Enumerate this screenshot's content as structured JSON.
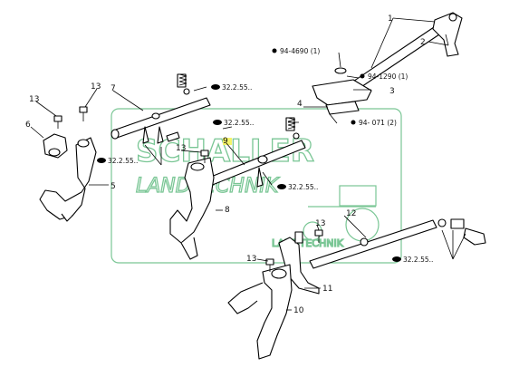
{
  "diagram": {
    "colors": {
      "ink": "#000000",
      "watermark": "#6cc08a",
      "highlight": "#f4f46a"
    },
    "callouts": [
      "1",
      "2",
      "3",
      "4",
      "5",
      "6",
      "7",
      "8",
      "9",
      "10",
      "11",
      "12",
      "13",
      "13",
      "13",
      "13"
    ],
    "references": {
      "r1": "94-4690 (1)",
      "r2": "94-1290 (1)",
      "r3": "94- 071 (2)",
      "r4": "32.2.55..",
      "r5": "32.2.55..",
      "r6": "32.2.55..",
      "r7": "32.2.55..",
      "r8": "32.2.55.."
    },
    "watermark": {
      "line1": "SCHALLER",
      "line2": "LANDTECHNIK",
      "line3": "LANDTECHNIK"
    }
  }
}
